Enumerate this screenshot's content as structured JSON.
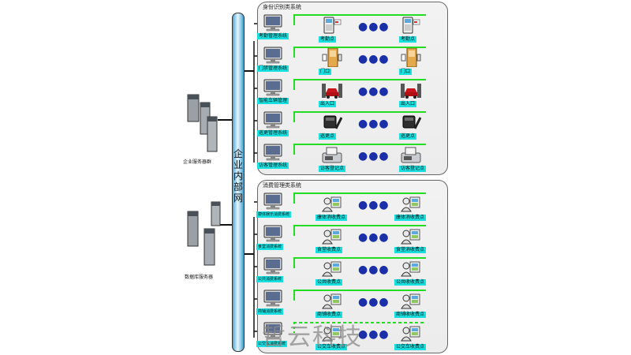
{
  "bus": {
    "label": [
      "企",
      "业",
      "内",
      "部",
      "网"
    ]
  },
  "servers": [
    {
      "label": "企业服务器群"
    },
    {
      "label": "数据库服务器"
    }
  ],
  "identity_panel": {
    "title": "身份识别类系统",
    "rows": [
      {
        "system": "考勤管理系统",
        "left": "考勤点",
        "right": "考勤点",
        "icon": "attendance-terminal"
      },
      {
        "system": "门禁管理系统",
        "left": "门口",
        "right": "门口",
        "icon": "door-access"
      },
      {
        "system": "智能车辆管理",
        "left": "出入口",
        "right": "出入口",
        "icon": "vehicle-gate"
      },
      {
        "system": "巡更管理系统",
        "left": "巡更点",
        "right": "巡更点",
        "icon": "patrol-point"
      },
      {
        "system": "访客管理系统",
        "left": "访客登记点",
        "right": "访客登记点",
        "icon": "visitor-register"
      }
    ]
  },
  "consumption_panel": {
    "title": "消费管理类系统",
    "rows": [
      {
        "system": "康体娱乐消费系统",
        "left": "康体消收费点",
        "right": "康体消收费点"
      },
      {
        "system": "食堂消费系统",
        "left": "食堂收费点",
        "right": "食堂消收费点"
      },
      {
        "system": "公共消费系统",
        "left": "公共收费点",
        "right": "公共收收费点"
      },
      {
        "system": "商铺消费系统",
        "left": "商铺收费点",
        "right": "商铺收收费点"
      },
      {
        "system": "公交车消费系统",
        "left": "公交车收费点",
        "right": "公交车收费点"
      }
    ]
  },
  "watermark": "哲云科技"
}
